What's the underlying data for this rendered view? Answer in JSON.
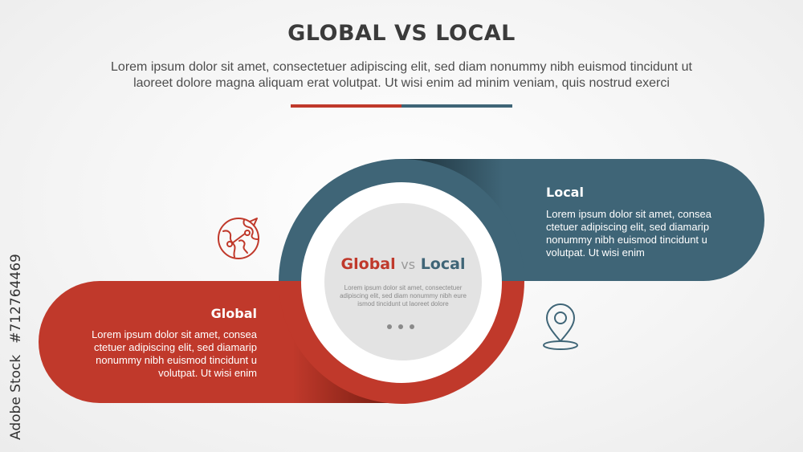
{
  "header": {
    "title": "GLOBAL VS LOCAL",
    "subtitle_line1": "Lorem ipsum dolor sit amet, consectetuer adipiscing elit, sed diam nonummy nibh euismod tincidunt ut",
    "subtitle_line2": "laoreet dolore magna aliquam erat volutpat. Ut wisi enim ad minim veniam, quis nostrud exerci"
  },
  "center": {
    "title_global": "Global",
    "title_vs": "vs",
    "title_local": "Local",
    "text": "Lorem ipsum dolor sit amet, consectetuer adipiscing elit, sed diam nonummy nibh eure ismod tincidunt ut laoreet dolore"
  },
  "local": {
    "heading": "Local",
    "text": "Lorem ipsum dolor sit amet, consea ctetuer adipiscing elit, sed diamarip nonummy nibh euismod tincidunt u volutpat. Ut wisi enim"
  },
  "global": {
    "heading": "Global",
    "text": "Lorem ipsum dolor sit amet, consea ctetuer adipiscing elit, sed diamarip nonummy nibh euismod tincidunt u volutpat. Ut wisi enim"
  },
  "icons": {
    "globe": "globe-icon",
    "pin": "location-pin-icon"
  },
  "colors": {
    "global_red": "#c0392b",
    "local_teal": "#3f6577"
  },
  "stock": {
    "brand": "Adobe Stock",
    "number": "#712764469"
  }
}
